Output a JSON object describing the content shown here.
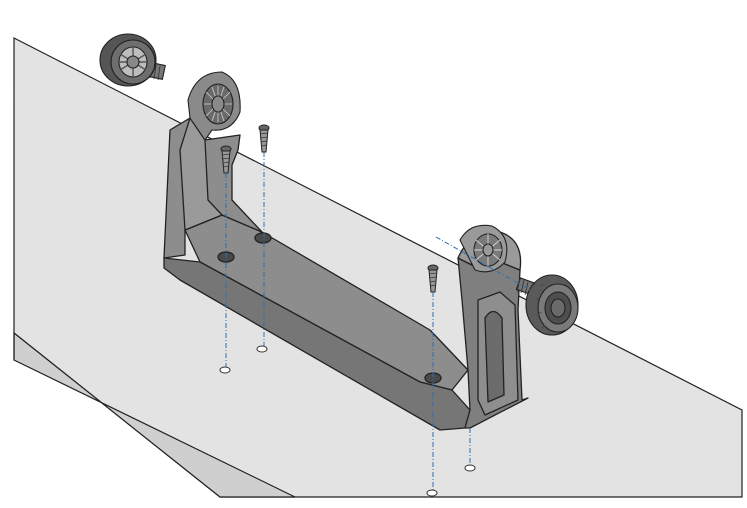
{
  "diagram": {
    "colors": {
      "surface_top": "#e3e3e3",
      "surface_side": "#cfcfcf",
      "bracket_face": "#8d8d8d",
      "bracket_front": "#767676",
      "bracket_dark": "#5e5e5e",
      "knob": "#6e6e6e",
      "outline": "#222222",
      "guide_line": "#2b6fb0",
      "background": "#ffffff"
    },
    "parts": [
      "mounting-surface",
      "gimbal-bracket",
      "mounting-screw",
      "mounting-screw",
      "mounting-screw",
      "ratchet-washer-left",
      "ratchet-washer-right",
      "knob-left",
      "knob-right",
      "drill-hole",
      "drill-hole",
      "drill-hole",
      "drill-hole"
    ],
    "guide_style": "dash-dot"
  }
}
